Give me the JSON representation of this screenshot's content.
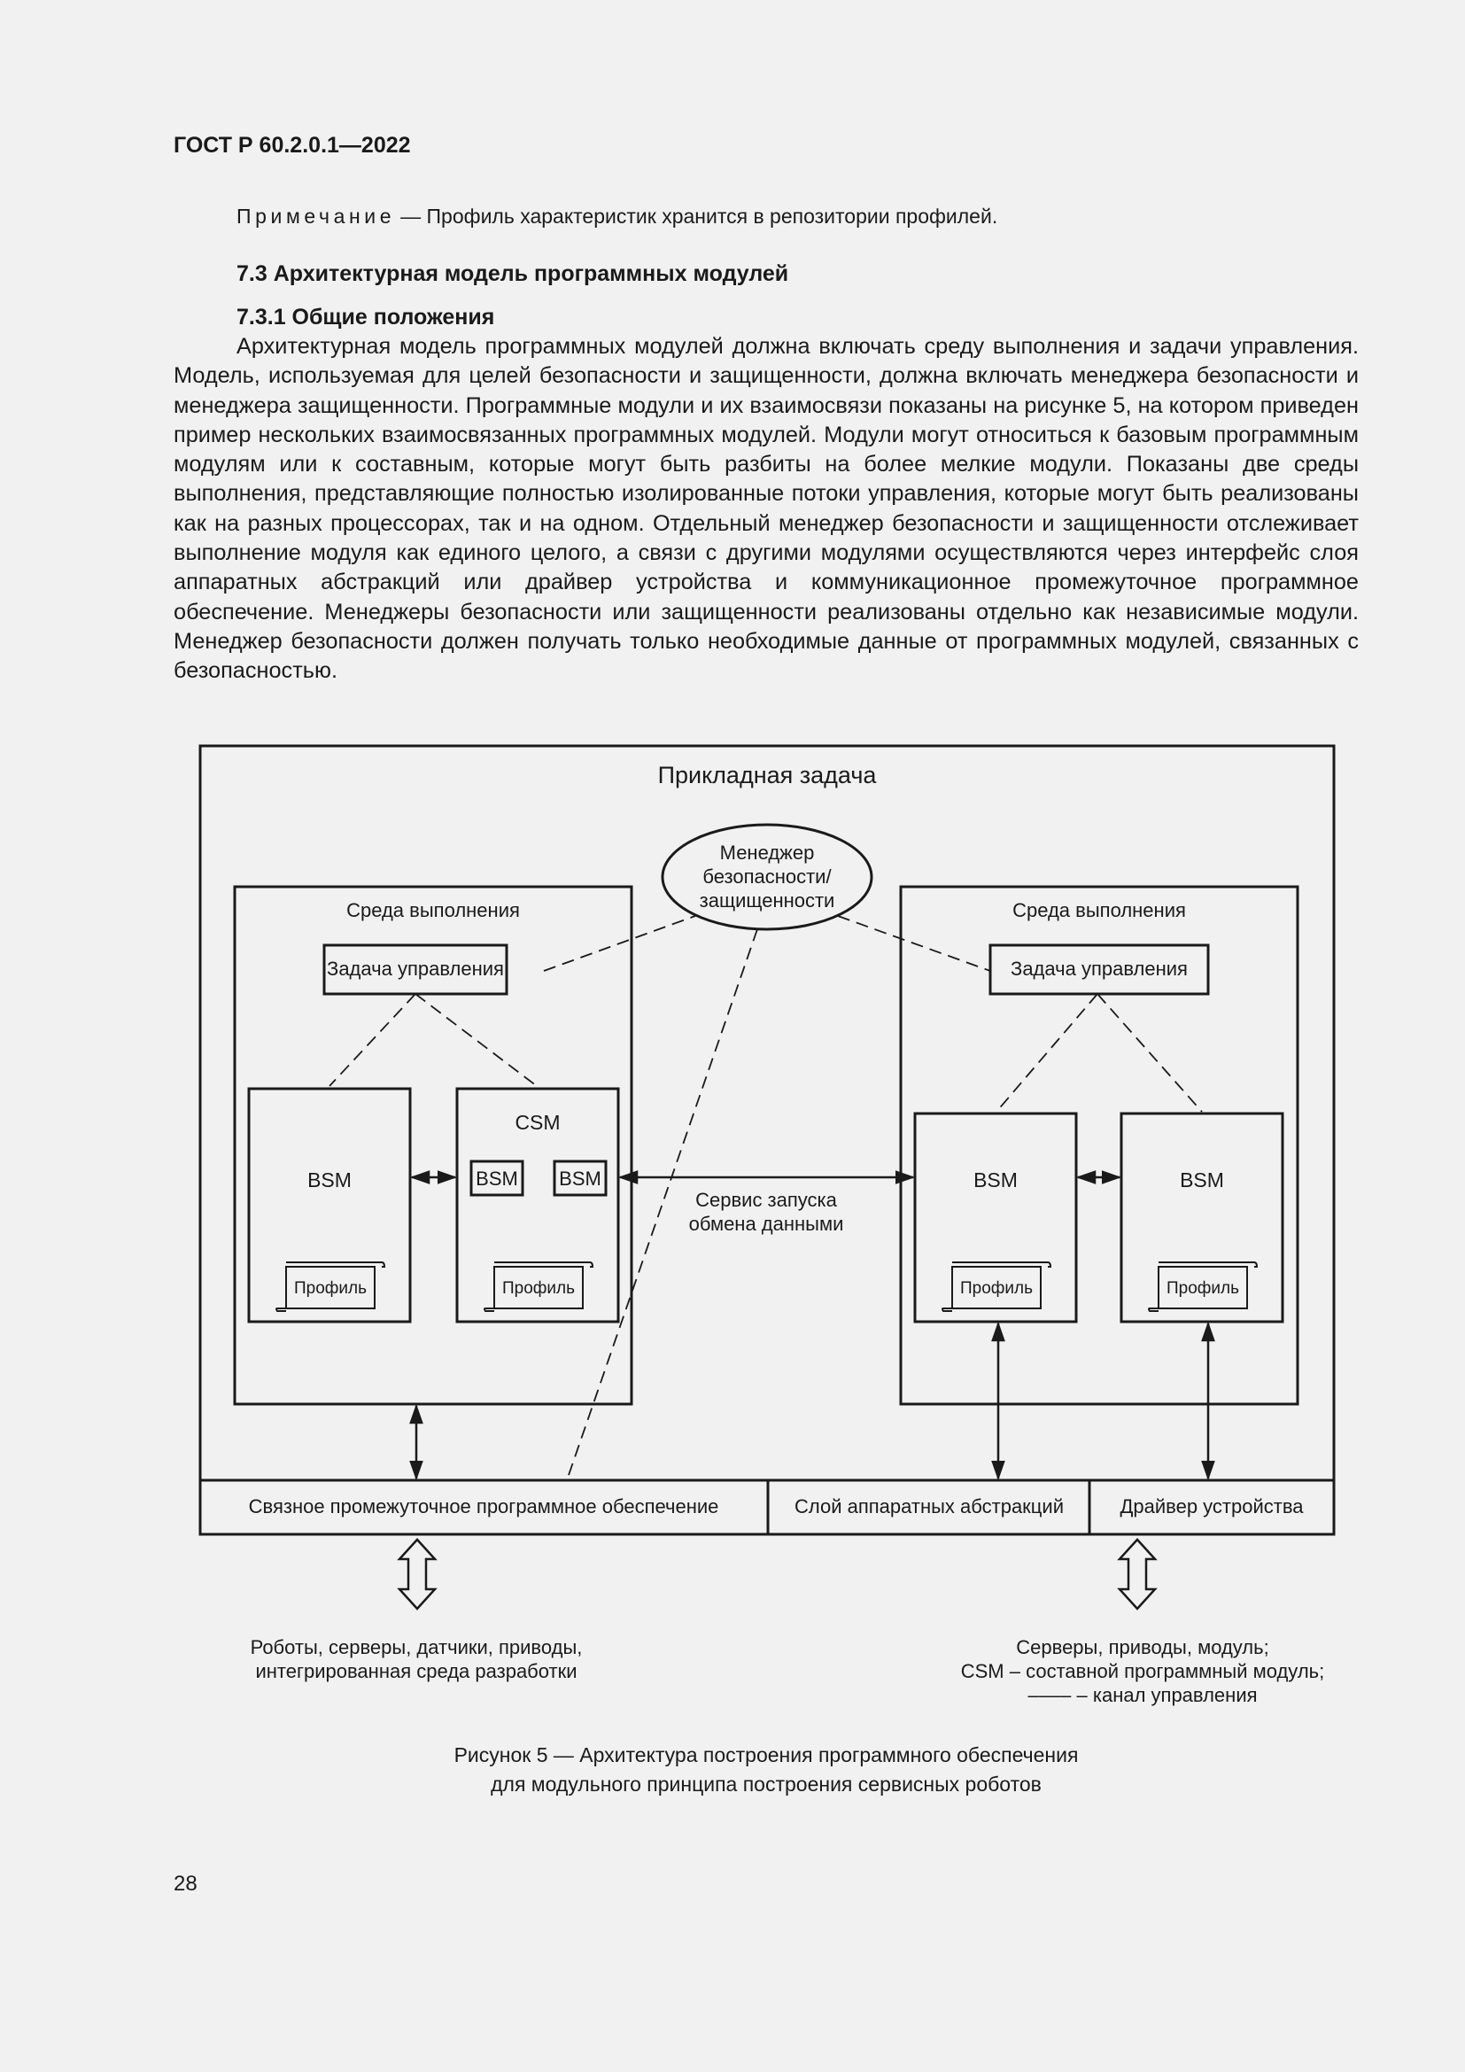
{
  "header": {
    "doc_id": "ГОСТ Р 60.2.0.1—2022"
  },
  "note": {
    "label": "Примечание",
    "text": "— Профиль характеристик хранится в репозитории профилей."
  },
  "section": {
    "title": "7.3 Архитектурная модель программных модулей",
    "subtitle": "7.3.1 Общие положения",
    "paragraph": "Архитектурная модель программных модулей должна включать среду выполнения и задачи управ­ления. Модель, используемая для целей безопасности и защищенности, должна включать менеджера безопасности и менеджера защищенности. Программные модули и их взаимосвязи показаны на рисун­ке 5, на котором приведен пример нескольких взаимосвязанных программных модулей. Модули могут относиться к базовым программным модулям или к составным, которые могут быть разбиты на более мелкие модули. Показаны две среды выполнения, представляющие полностью изолированные потоки управления, которые могут быть реализованы как на разных процессорах, так и на одном. Отдельный менеджер безопасности и защищенности отслеживает выполнение модуля как единого целого, а свя­зи с другими модулями осуществляются через интерфейс слоя аппаратных абстракций или драйвер устройства и коммуникационное промежуточное программное обеспечение. Менеджеры безопасности или защищенности реализованы отдельно как независимые модули. Менеджер безопасности должен получать только необходимые данные от программных модулей, связанных с безопасностью."
  },
  "figure": {
    "outer_title": "Прикладная задача",
    "manager": [
      "Менеджер",
      "безопасности/",
      "защищенности"
    ],
    "env_left": {
      "title": "Среда выполнения",
      "task": "Задача управления",
      "bsm": "BSM",
      "csm": "CSM",
      "csm_inner_1": "BSM",
      "csm_inner_2": "BSM",
      "profile_1": "Профиль",
      "profile_2": "Профиль"
    },
    "env_right": {
      "title": "Среда выполнения",
      "task": "Задача управления",
      "bsm_1": "BSM",
      "bsm_2": "BSM",
      "profile_1": "Профиль",
      "profile_2": "Профиль"
    },
    "service": [
      "Сервис запуска",
      "обмена данными"
    ],
    "bottom_bar": {
      "middleware": "Связное промежуточное программное обеспечение",
      "hal": "Слой аппаратных абстракций",
      "driver": "Драйвер устройства"
    },
    "legend_left": [
      "Роботы, серверы, датчики, приводы,",
      "интегрированная среда разработки"
    ],
    "legend_right": [
      "Серверы, приводы, модуль;",
      "CSM – составной программный модуль;",
      "–––– – канал управления"
    ]
  },
  "caption": [
    "Рисунок 5 — Архитектура построения программного обеспечения",
    "для модульного принципа построения сервисных роботов"
  ],
  "page_number": "28"
}
